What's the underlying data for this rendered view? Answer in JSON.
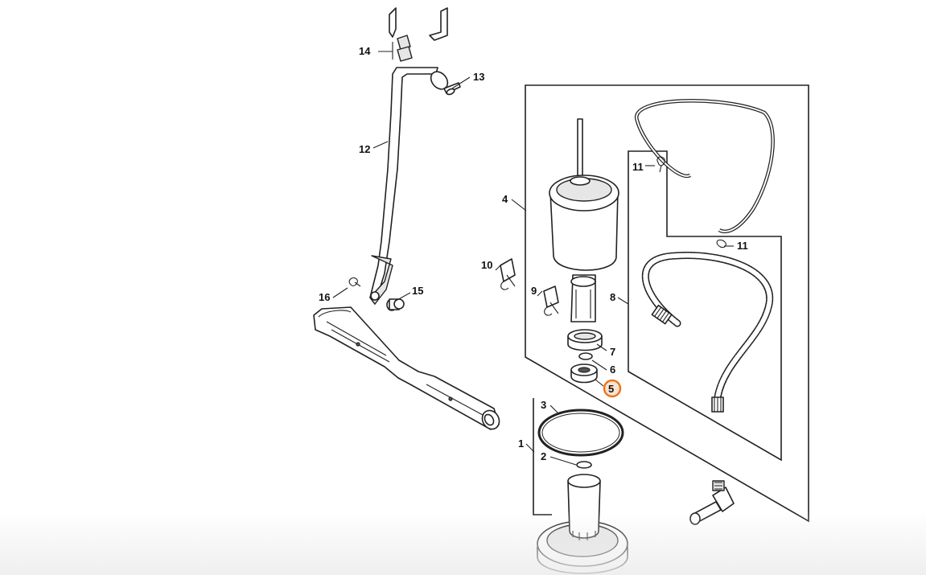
{
  "diagram": {
    "callouts": {
      "c1": "1",
      "c2": "2",
      "c3": "3",
      "c4": "4",
      "c5": "5",
      "c6": "6",
      "c7": "7",
      "c8": "8",
      "c9": "9",
      "c10": "10",
      "c11a": "11",
      "c11b": "11",
      "c12": "12",
      "c13": "13",
      "c14": "14",
      "c15": "15",
      "c16": "16"
    },
    "highlight": {
      "part": "5",
      "color": "#e8731e"
    }
  }
}
